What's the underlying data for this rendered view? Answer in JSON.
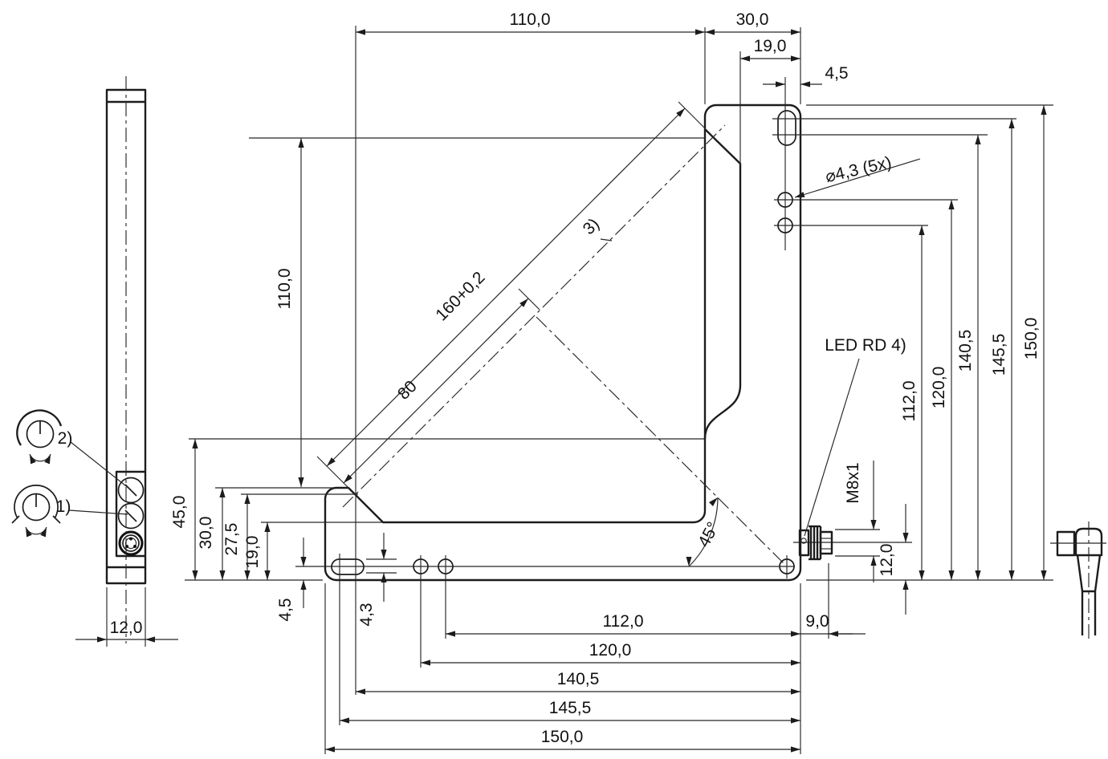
{
  "colors": {
    "background": "#ffffff",
    "line": "#1c1c1c"
  },
  "main_view": {
    "top_dims": {
      "width_110": "110,0",
      "bar_width_30": "30,0",
      "narrow_19": "19,0",
      "hole_edge_4_5": "4,5"
    },
    "right_dims": [
      "112,0",
      "120,0",
      "140,5",
      "145,5",
      "150,0"
    ],
    "bottom_dims": [
      "112,0",
      "120,0",
      "140,5",
      "145,5",
      "150,0"
    ],
    "bottom_offset_9": "9,0",
    "left_dims": [
      "110,0",
      "45,0",
      "30,0",
      "27,5",
      "19,0",
      "4,5",
      "4,3"
    ],
    "diagonal": {
      "length": "160+0,2",
      "half": "80",
      "note": "3)",
      "angle": "45°"
    },
    "callouts": {
      "holes": "⌀4,3 (5x)",
      "led": "LED RD 4)",
      "thread": "M8x1",
      "connector_center": "12,0"
    }
  },
  "side_view": {
    "width": "12,0",
    "adjuster_1": "1)",
    "adjuster_2": "2)"
  }
}
